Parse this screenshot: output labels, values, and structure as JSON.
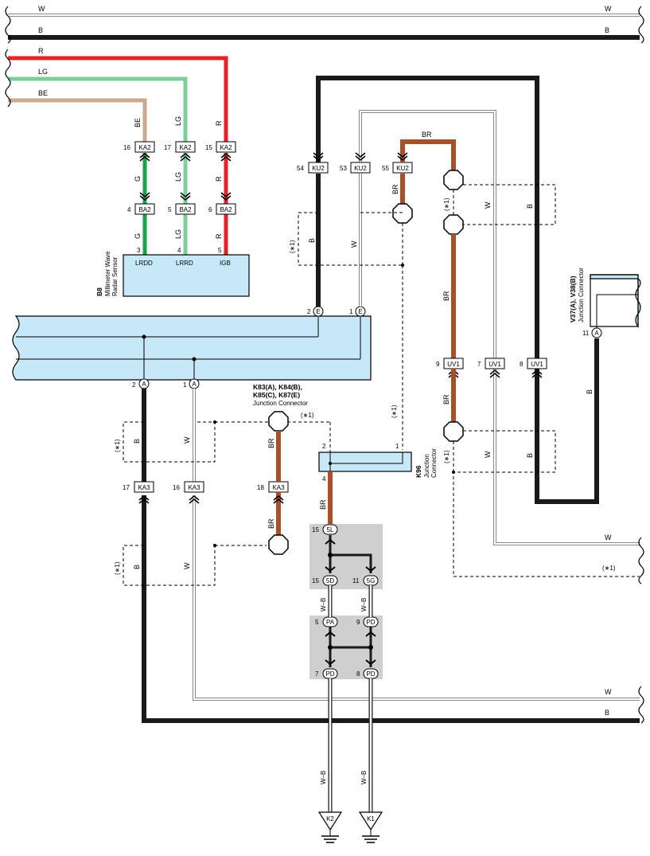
{
  "wires": {
    "top_w": "W",
    "top_b": "B",
    "red": "R",
    "lightgreen": "LG",
    "beige": "BE",
    "br": "BR",
    "w": "W",
    "b": "B",
    "g": "G",
    "wb": "W–B"
  },
  "colors": {
    "black": "#1a1a1a",
    "red": "#e8202a",
    "lightgreen": "#7ccf9a",
    "green": "#1aa34a",
    "beige": "#c8ab8e",
    "brown": "#a8502a",
    "white_wire": "#ffffff",
    "component_fill": "#c6e8f8",
    "splice_fill": "#cfcfcf"
  },
  "sensor": {
    "id": "B8",
    "name_line1": "Millimeter Wave",
    "name_line2": "Radar Sensor",
    "pins": [
      {
        "num": "3",
        "label": "LRDD"
      },
      {
        "num": "4",
        "label": "LRRD"
      },
      {
        "num": "5",
        "label": "IGB"
      }
    ]
  },
  "connectors": {
    "ka2": [
      {
        "num": "16",
        "code": "KA2"
      },
      {
        "num": "17",
        "code": "KA2"
      },
      {
        "num": "15",
        "code": "KA2"
      }
    ],
    "ba2": [
      {
        "num": "4",
        "code": "BA2"
      },
      {
        "num": "5",
        "code": "BA2"
      },
      {
        "num": "6",
        "code": "BA2"
      }
    ],
    "ku2": [
      {
        "num": "54",
        "code": "KU2"
      },
      {
        "num": "53",
        "code": "KU2"
      },
      {
        "num": "55",
        "code": "KU2"
      }
    ],
    "uv1": [
      {
        "num": "9",
        "code": "UV1"
      },
      {
        "num": "7",
        "code": "UV1"
      },
      {
        "num": "8",
        "code": "UV1"
      }
    ],
    "ka3": [
      {
        "num": "17",
        "code": "KA3"
      },
      {
        "num": "16",
        "code": "KA3"
      },
      {
        "num": "18",
        "code": "KA3"
      }
    ]
  },
  "main_block": {
    "top_pins": [
      {
        "num": "2",
        "code": "E"
      },
      {
        "num": "1",
        "code": "E"
      }
    ],
    "bottom_pins": [
      {
        "num": "2",
        "code": "A"
      },
      {
        "num": "1",
        "code": "A"
      }
    ]
  },
  "junction_right": {
    "id": "V37(A), V38(B)",
    "name": "Junction Connector",
    "pin_num": "11",
    "pin_code": "A"
  },
  "junction_k83": {
    "id": "K83(A), K84(B),",
    "id2": "K85(C), K87(E)",
    "name": "Junction Connector"
  },
  "k96": {
    "id": "K96",
    "name1": "Junction",
    "name2": "Connector",
    "pin2": "2",
    "pin1": "1",
    "pin4": "4"
  },
  "splices": {
    "top": [
      {
        "num": "15",
        "code": "5L"
      }
    ],
    "middle": [
      {
        "num": "15",
        "code": "5D"
      },
      {
        "num": "11",
        "code": "5G"
      }
    ],
    "pa": [
      {
        "num": "5",
        "code": "PA"
      },
      {
        "num": "9",
        "code": "PD"
      }
    ],
    "bottom": [
      {
        "num": "7",
        "code": "PD"
      },
      {
        "num": "8",
        "code": "PD"
      }
    ]
  },
  "grounds": [
    "K2",
    "K1"
  ],
  "note": "(∗1)"
}
